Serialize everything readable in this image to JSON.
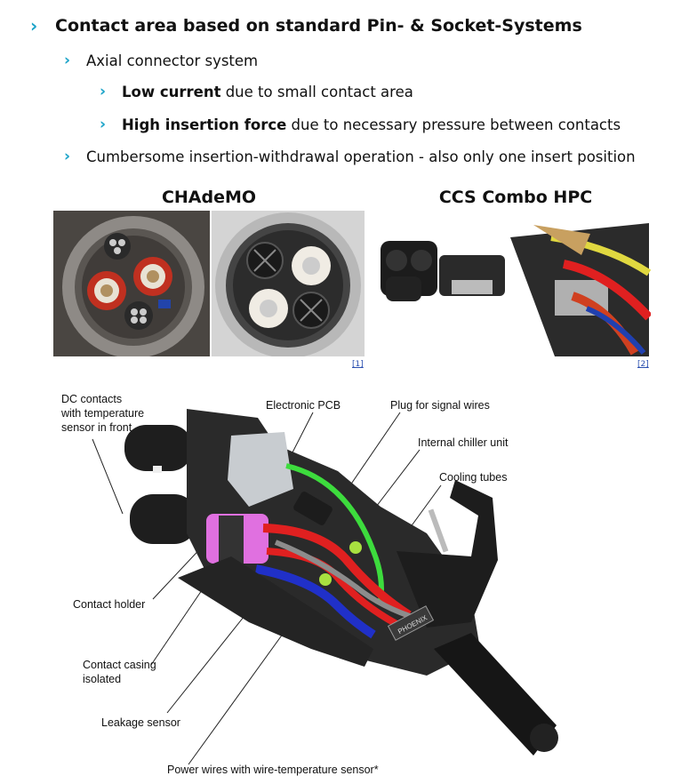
{
  "bullets": {
    "b1": "Contact area based on standard Pin- & Socket-Systems",
    "b2": "Axial connector system",
    "b3_bold": "Low current",
    "b3_rest": " due to small contact area",
    "b4_bold": "High insertion force",
    "b4_rest": " due to necessary pressure between contacts",
    "b5": "Cumbersome insertion-withdrawal operation - also only one insert position"
  },
  "chevron": "›",
  "photos": {
    "chademo_caption": "CHAdeMO",
    "ccs_caption": "CCS Combo HPC",
    "ref1": "[1]",
    "ref2": "[2]"
  },
  "diagram": {
    "dc_contacts": [
      "DC contacts",
      "with temperature",
      "sensor in front"
    ],
    "pcb": "Electronic PCB",
    "plug_signal": "Plug for signal wires",
    "chiller": "Internal chiller unit",
    "cooling": "Cooling tubes",
    "contact_holder": "Contact holder",
    "contact_casing": [
      "Contact casing",
      "isolated"
    ],
    "leakage": "Leakage sensor",
    "power_wires": "Power wires with  wire-temperature sensor*",
    "brand_mark": "PHOENIX"
  },
  "colors": {
    "accent": "#1aa3c8",
    "green_wire": "#3ddc3d",
    "red_wire": "#e02020",
    "blue_wire": "#2030c8",
    "pink_holder": "#e070e0"
  }
}
